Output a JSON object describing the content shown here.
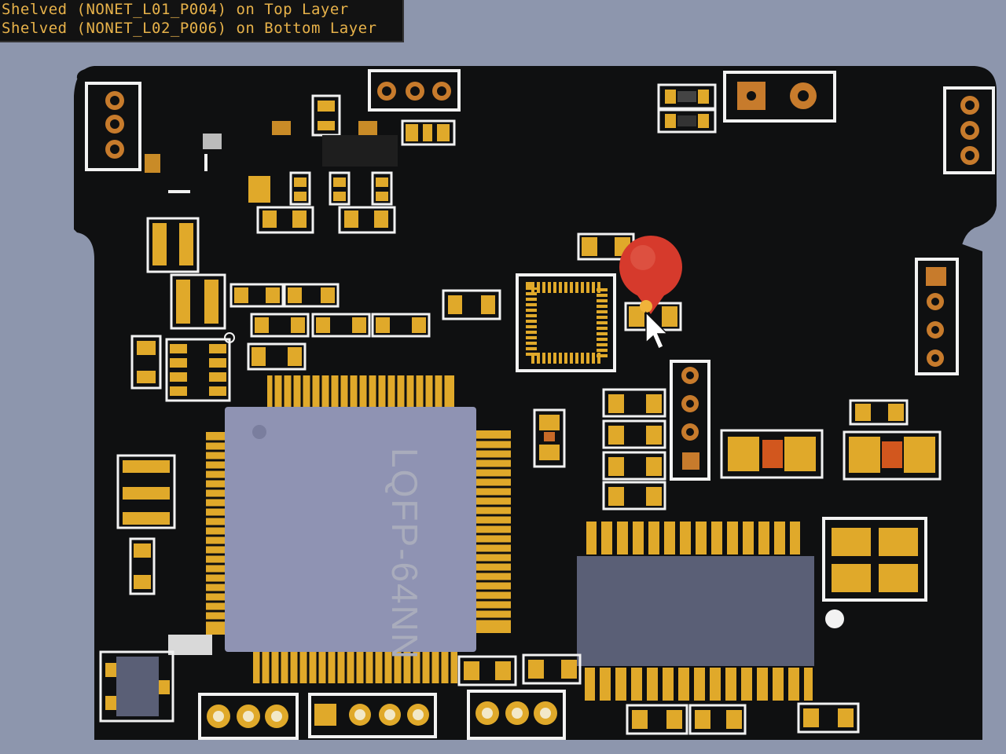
{
  "status": {
    "line1": "Shelved  (NONET_L01_P004) on Top Layer",
    "line2": "Shelved  (NONET_L02_P006) on Bottom Layer"
  },
  "components": {
    "main_ic_label": "LQFP-64NN"
  },
  "colors": {
    "board": "#0f1011",
    "silkscreen": "#f2f2f2",
    "pad": "#e0a92a",
    "component_body": "#8f93b3",
    "marker": "#d63a2c"
  },
  "cursor_icon": "arrow-pointer-icon",
  "marker_icon": "location-marker-icon"
}
